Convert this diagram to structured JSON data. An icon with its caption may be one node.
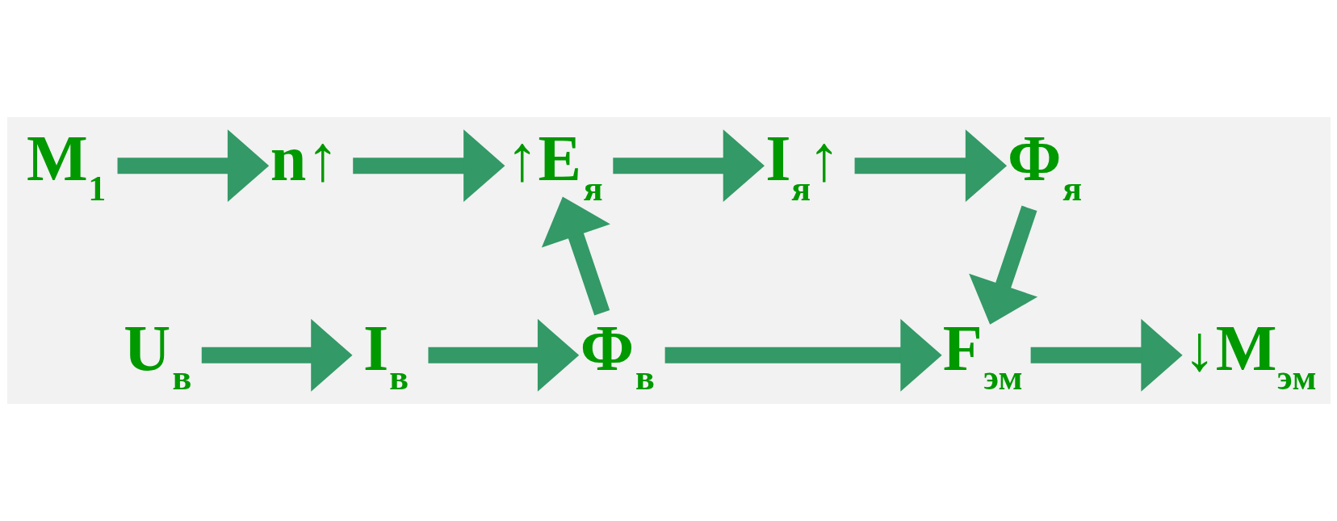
{
  "diagram": {
    "nodes": [
      {
        "text": [
          "M$_{1}$"
        ]
      },
      {
        "text": [
          "n↑"
        ]
      },
      {
        "text": [
          "↑E$_{я}$"
        ]
      },
      {
        "text": [
          "I$_{я}$↑"
        ]
      },
      {
        "text": [
          "Φ$_{я}$"
        ]
      },
      {
        "text": [
          "U$_{в}$"
        ]
      },
      {
        "text": [
          "I$_{в}$"
        ]
      },
      {
        "text": [
          "Φ$_{в}$"
        ]
      },
      {
        "text": [
          "F$_{эм}$"
        ]
      },
      {
        "text": [
          "↓M$_{эм}$"
        ]
      }
    ],
    "edges": [
      {
        "from": 0,
        "to": 1,
        "arrow": "to"
      },
      {
        "from": 1,
        "to": 2,
        "arrow": "to"
      },
      {
        "from": 2,
        "to": 3,
        "arrow": "to"
      },
      {
        "from": 3,
        "to": 4,
        "arrow": "to"
      },
      {
        "from": 4,
        "to": 8,
        "arrow": "to"
      },
      {
        "from": 5,
        "to": 6,
        "arrow": "to"
      },
      {
        "from": 6,
        "to": 7,
        "arrow": "to"
      },
      {
        "from": 7,
        "to": 2,
        "arrow": "to"
      },
      {
        "from": 7,
        "to": 8,
        "arrow": "to"
      },
      {
        "from": 8,
        "to": 9,
        "arrow": "to"
      }
    ]
  }
}
